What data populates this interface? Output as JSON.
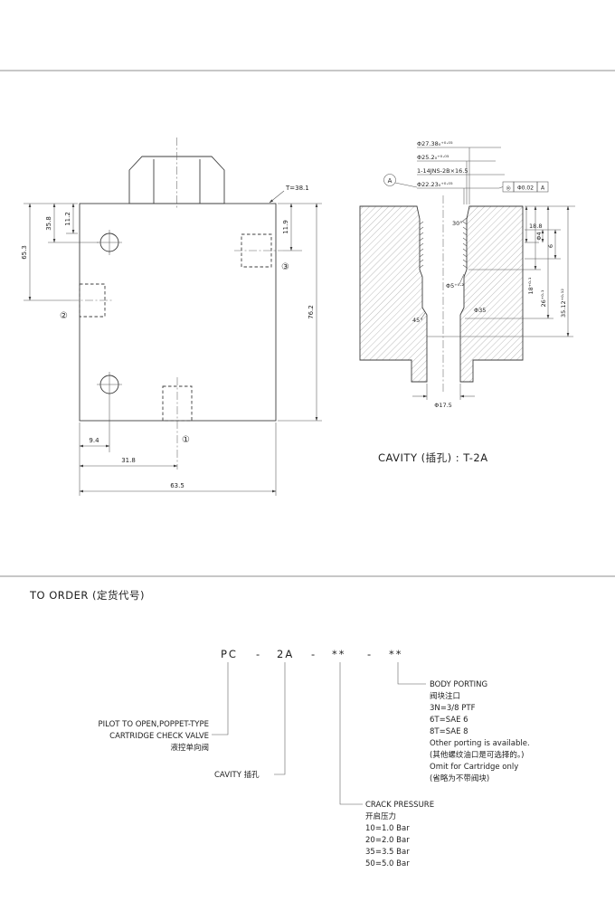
{
  "valve_drawing": {
    "t_label": "T=38.1",
    "dim_11_2": "11.2",
    "dim_35_8": "35.8",
    "dim_65_3": "65.3",
    "dim_11_9": "11.9",
    "dim_76_2": "76.2",
    "dim_9_4": "9.4",
    "dim_31_8": "31.8",
    "dim_63_5": "63.5",
    "port_1": "①",
    "port_2": "②",
    "port_3": "③"
  },
  "cavity": {
    "dia_27_38": "Φ27.38₀⁺⁰·⁰⁵",
    "dia_25_2": "Φ25.2₀⁺⁰·⁰⁵",
    "thread_spec": "1-14JNS-2B×16.5",
    "dia_22_23": "Φ22.23₀⁺⁰·⁰⁵",
    "datum_label": "A",
    "fcf_symbol": "◎",
    "fcf_tolerance": "Φ0.02",
    "fcf_datum": "A",
    "dim_18_8": "18.8",
    "dim_dia_4": "Φ4",
    "dim_6": "6",
    "dim_18": "18⁺⁰·¹",
    "dim_26": "26⁺⁰·¹",
    "dim_35_12": "35.12⁺⁰·¹²",
    "angle_30": "30°",
    "angle_45": "45°",
    "dia_5": "Φ5⁺⁰·²",
    "dia_35": "Φ35",
    "dia_17_5": "Φ17.5",
    "caption": "CAVITY (插孔) : T-2A"
  },
  "order": {
    "title": "TO ORDER (定货代号)",
    "code": {
      "model": "PC",
      "sep1": "-",
      "cavity": "2A",
      "sep2": "-",
      "crack": "**",
      "sep3": "-",
      "porting": "**"
    },
    "model_desc": [
      "PILOT TO OPEN,POPPET-TYPE",
      "CARTRIDGE CHECK VALVE",
      "液控单向阀"
    ],
    "cavity_label": "CAVITY  插孔",
    "body_porting": {
      "title": "BODY PORTING",
      "title_cn": "阀块注口",
      "options": [
        "3N=3/8 PTF",
        "6T=SAE  6",
        "8T=SAE  8"
      ],
      "note1": "Other porting is available.",
      "note1_cn": "(其他螺纹油口是可选择的。)",
      "note2": "Omit for Cartridge only",
      "note2_cn": "(省略为不带阀块)"
    },
    "crack_pressure": {
      "title": "CRACK PRESSURE",
      "title_cn": "开启压力",
      "options": [
        "10=1.0 Bar",
        "20=2.0 Bar",
        "35=3.5 Bar",
        "50=5.0 Bar"
      ]
    }
  }
}
